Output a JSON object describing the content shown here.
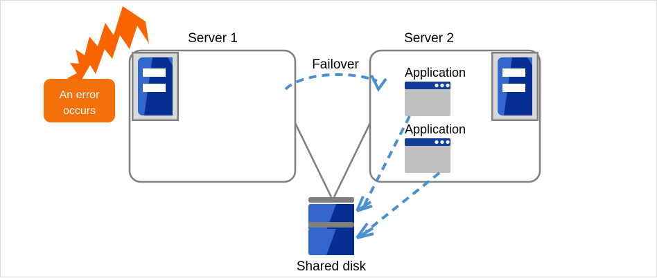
{
  "diagram": {
    "title_server1": "Server 1",
    "title_server2": "Server 2",
    "failover_label": "Failover",
    "shared_disk_label": "Shared disk",
    "application_label_1": "Application",
    "application_label_2": "Application",
    "error_line1": "An error",
    "error_line2": "occurs",
    "colors": {
      "error_orange": "#f4700a",
      "burst_orange": "#fa6400",
      "box_gray": "#808080",
      "icon_blue_light": "#3366cc",
      "icon_blue_dark": "#062f91",
      "window_titlebar": "#123d96",
      "window_body": "#bfbfbf",
      "arrow_blue": "#4a90d0",
      "disk_bar_gray": "#7f7f7f",
      "icon_frame_gray": "#808080",
      "icon_inner_gray": "#d9d9d9",
      "text_black": "#000000",
      "text_white": "#ffffff"
    }
  }
}
